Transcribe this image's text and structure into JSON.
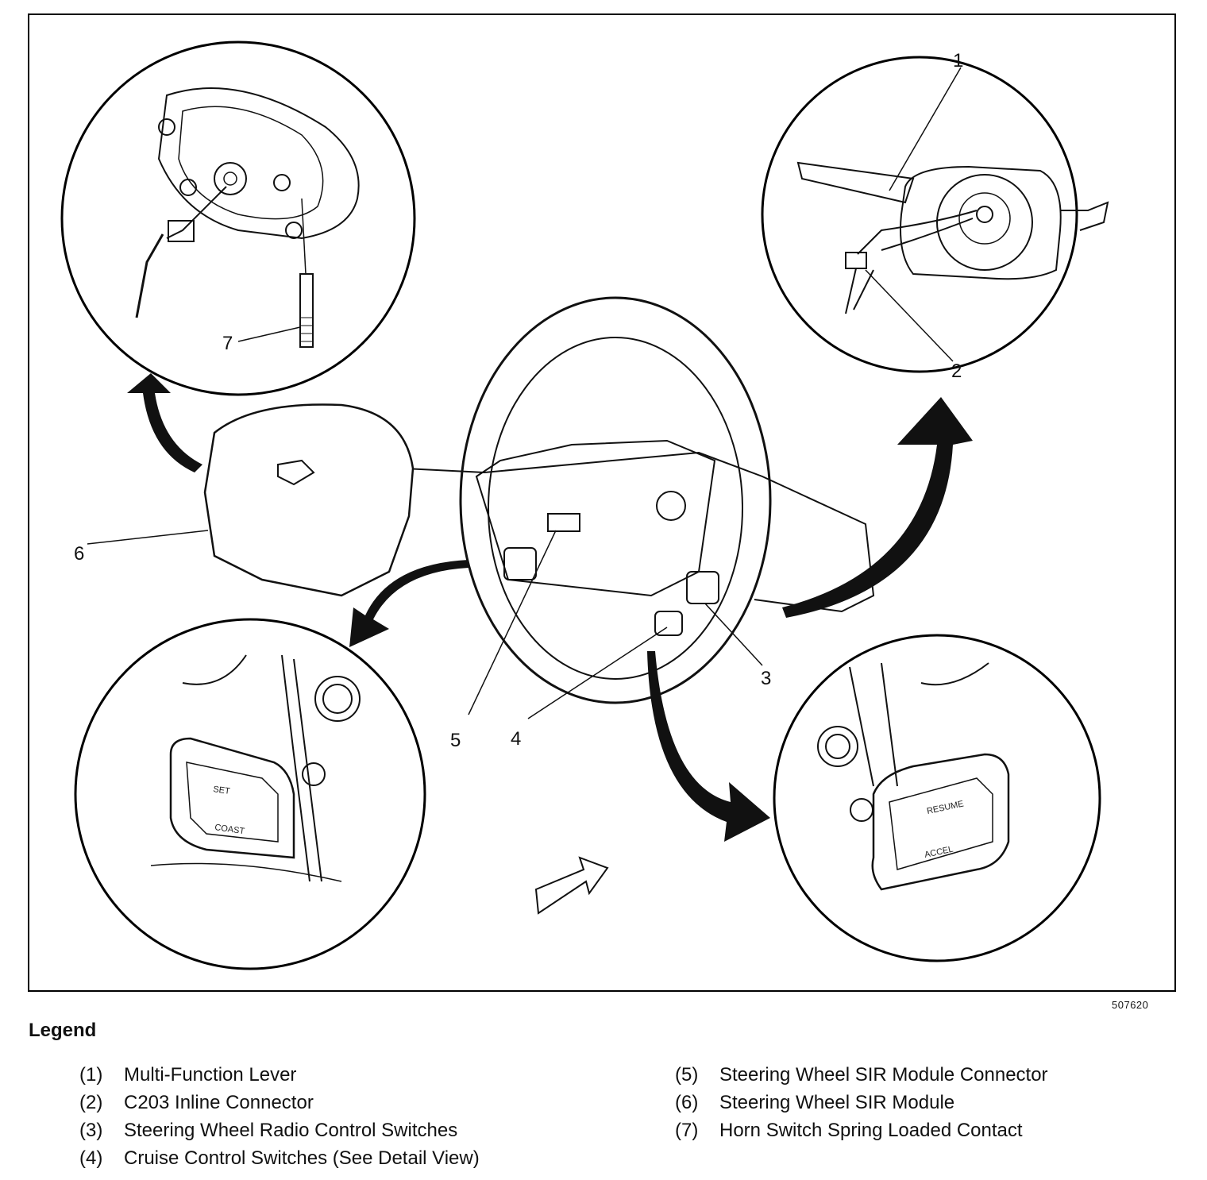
{
  "figure_code": "507620",
  "legend": {
    "title": "Legend",
    "items": [
      {
        "num": "(1)",
        "label": "Multi-Function Lever"
      },
      {
        "num": "(2)",
        "label": "C203 Inline Connector"
      },
      {
        "num": "(3)",
        "label": "Steering Wheel Radio Control Switches"
      },
      {
        "num": "(4)",
        "label": "Cruise Control Switches (See Detail View)"
      },
      {
        "num": "(5)",
        "label": "Steering Wheel SIR Module Connector"
      },
      {
        "num": "(6)",
        "label": "Steering Wheel SIR Module"
      },
      {
        "num": "(7)",
        "label": "Horn Switch Spring Loaded Contact"
      }
    ]
  },
  "callouts": {
    "c1": "1",
    "c2": "2",
    "c3": "3",
    "c4": "4",
    "c5": "5",
    "c6": "6",
    "c7": "7"
  },
  "switch_labels": {
    "set": "SET",
    "coast": "COAST",
    "resume": "RESUME",
    "accel": "ACCEL"
  }
}
